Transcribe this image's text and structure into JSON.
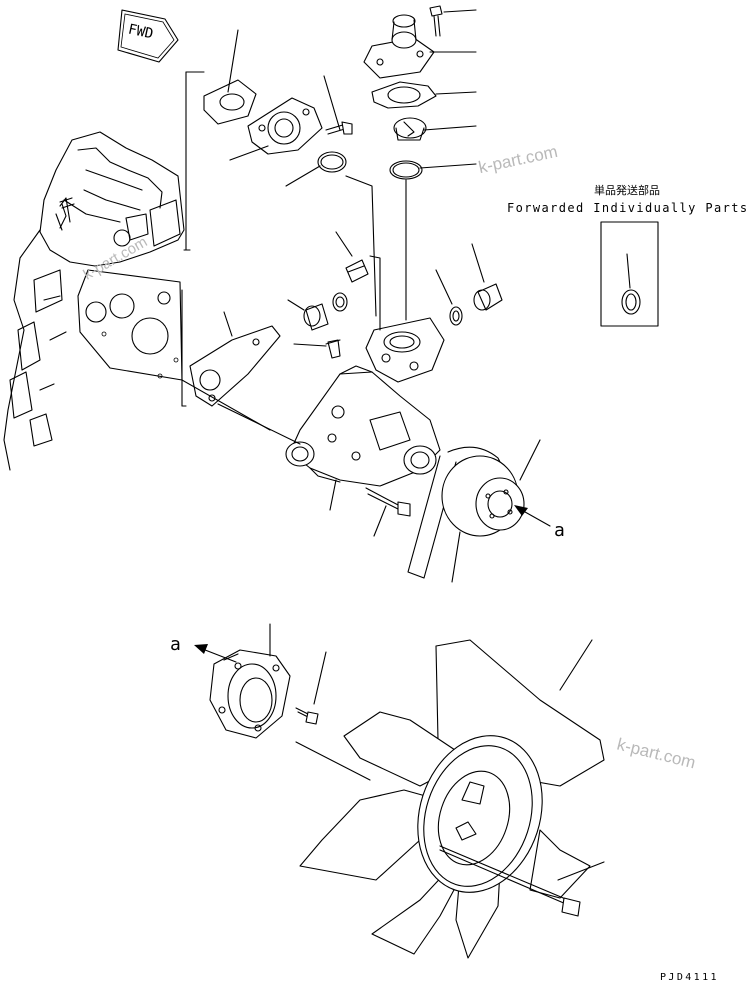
{
  "page": {
    "separate_parts_jp": "単品発送部品",
    "separate_parts_en": "Forwarded Individually Parts",
    "view_marker_a_right": "a",
    "view_marker_a_left": "a",
    "fwd_label": "FWD",
    "drawing_code": "PJD4111",
    "watermarks": [
      "k-part.com",
      "k-part.com",
      "k-part.com"
    ]
  },
  "colors": {
    "ink": "#000000",
    "watermark": "#b9b9b9",
    "background": "#ffffff"
  }
}
